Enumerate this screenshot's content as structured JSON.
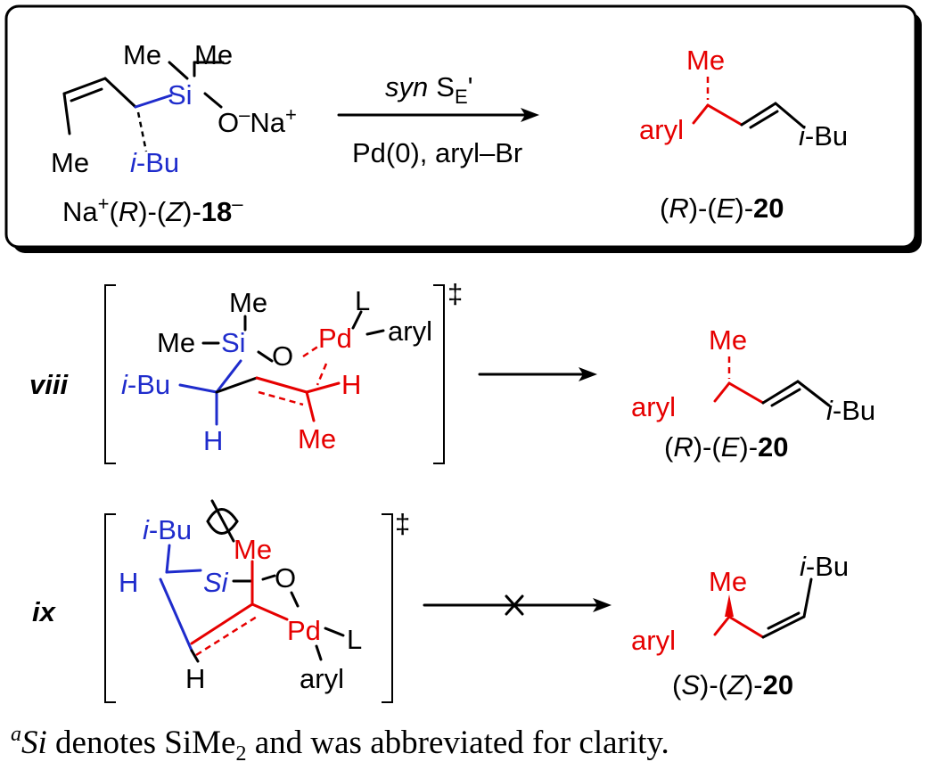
{
  "box": {
    "reagent_top_a": "syn",
    "reagent_top_b": "S",
    "reagent_top_sub": "E",
    "reagent_top_c": "'",
    "reagent_bottom": "Pd(0), aryl–Br"
  },
  "reactant": {
    "me1": "Me",
    "me2": "Me",
    "si": "Si",
    "o_minus": "O",
    "minus": "–",
    "na": "Na",
    "plus": "+",
    "me_left": "Me",
    "ibu_i": "i",
    "ibu_rest": "-Bu",
    "label_na": "Na",
    "label_plus": "+",
    "label_p1": "(",
    "label_R": "R",
    "label_p2": ")-(",
    "label_Z": "Z",
    "label_p3": ")-",
    "label_num": "18",
    "label_minus": "–"
  },
  "product_E": {
    "me": "Me",
    "aryl": "aryl",
    "ibu_i": "i",
    "ibu_rest": "-Bu",
    "label_p1": "(",
    "label_R": "R",
    "label_p2": ")-(",
    "label_E": "E",
    "label_p3": ")-",
    "label_num": "20"
  },
  "ts_viii": {
    "roman": "viii",
    "me_top": "Me",
    "me_left": "Me",
    "si": "Si",
    "o": "O",
    "pd": "Pd",
    "l": "L",
    "aryl": "aryl",
    "ibu_i": "i",
    "ibu_rest": "-Bu",
    "h_right": "H",
    "h_left": "H",
    "me_bottom": "Me",
    "dagger": "‡"
  },
  "product_viii": {
    "me": "Me",
    "aryl": "aryl",
    "ibu_i": "i",
    "ibu_rest": "-Bu",
    "label_p1": "(",
    "label_R": "R",
    "label_p2": ")-(",
    "label_E": "E",
    "label_p3": ")-",
    "label_num": "20"
  },
  "ts_ix": {
    "roman": "ix",
    "ibu_i": "i",
    "ibu_rest": "-Bu",
    "h_left": "H",
    "si": "Si",
    "me": "Me",
    "o": "O",
    "pd": "Pd",
    "l": "L",
    "aryl": "aryl",
    "h_bottom": "H",
    "dagger": "‡"
  },
  "product_ix": {
    "me": "Me",
    "aryl": "aryl",
    "ibu_i": "i",
    "ibu_rest": "-Bu",
    "label_p1": "(",
    "label_S": "S",
    "label_p2": ")-(",
    "label_Z": "Z",
    "label_p3": ")-",
    "label_num": "20"
  },
  "footnote": {
    "sup": "a",
    "si": "Si",
    "text1": " denotes SiMe",
    "sub": "2",
    "text2": " and was abbreviated for clarity."
  }
}
